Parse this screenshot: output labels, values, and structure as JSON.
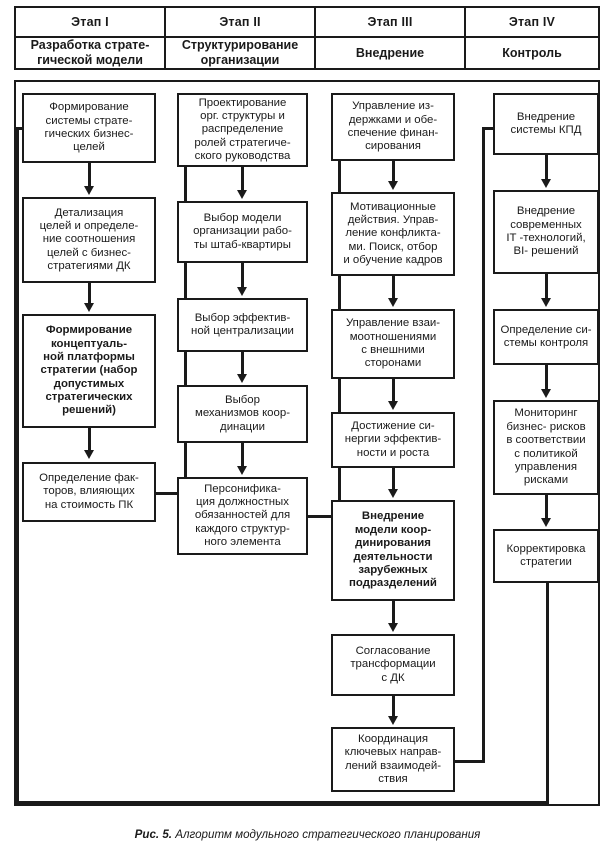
{
  "figure": {
    "caption_number": "Рис. 5.",
    "caption_text": "Алгоритм модульного стратегического планирования"
  },
  "header": {
    "stages": [
      {
        "number": "Этап I",
        "title": "Разработка страте-\nгической модели"
      },
      {
        "number": "Этап II",
        "title": "Структурирование\nорганизации"
      },
      {
        "number": "Этап III",
        "title": "Внедрение"
      },
      {
        "number": "Этап IV",
        "title": "Контроль"
      }
    ]
  },
  "columns": [
    {
      "stage": "Этап I",
      "boxes": [
        {
          "text": "Формирование\nсистемы страте-\nгических бизнес-\nцелей",
          "bold": false
        },
        {
          "text": "Детализация\nцелей и определе-\nние соотношения\nцелей с бизнес-\nстратегиями ДК",
          "bold": false
        },
        {
          "text": "Формирование\nконцептуаль-\nной платформы\nстратегии (набор\nдопустимых\nстратегических\nрешений)",
          "bold": true
        },
        {
          "text": "Определение фак-\nторов, влияющих\nна стоимость  ПК",
          "bold": false
        }
      ]
    },
    {
      "stage": "Этап II",
      "boxes": [
        {
          "text": "Проектирование\nорг. структуры и\nраспределение\nролей стратегиче-\nского руководства",
          "bold": false
        },
        {
          "text": "Выбор модели\nорганизации рабо-\nты штаб-квартиры",
          "bold": false
        },
        {
          "text": "Выбор эффектив-\nной централизации",
          "bold": false
        },
        {
          "text": "Выбор\nмеханизмов коор-\nдинации",
          "bold": false
        },
        {
          "text": "Персонифика-\nция должностных\nобязанностей для\nкаждого структур-\nного элемента",
          "bold": false
        }
      ]
    },
    {
      "stage": "Этап III",
      "boxes": [
        {
          "text": "Управление из-\nдержками и обе-\nспечение финан-\nсирования",
          "bold": false
        },
        {
          "text": "Мотивационные\nдействия. Управ-\nление конфликта-\nми. Поиск, отбор\nи обучение кадров",
          "bold": false
        },
        {
          "text": "Управление взаи-\nмоотношениями\nс внешними\nсторонами",
          "bold": false
        },
        {
          "text": "Достижение си-\nнергии эффектив-\nности и роста",
          "bold": false
        },
        {
          "text": "Внедрение\nмодели коор-\nдинирования\nдеятельности\nзарубежных\nподразделений",
          "bold": true
        },
        {
          "text": "Согласование\nтрансформации\nс ДК",
          "bold": false
        },
        {
          "text": "Координация\nключевых направ-\nлений взаимодей-\nствия",
          "bold": false
        }
      ]
    },
    {
      "stage": "Этап IV",
      "boxes": [
        {
          "text": "Внедрение\nсистемы КПД",
          "bold": false
        },
        {
          "text": "Внедрение\nсовременных\nIT -технологий,\nBI- решений",
          "bold": false
        },
        {
          "text": "Определение си-\nстемы контроля",
          "bold": false
        },
        {
          "text": "Мониторинг\nбизнес- рисков\nв соответствии\nс политикой\nуправления\nрисками",
          "bold": false
        },
        {
          "text": "Корректировка\nстратегии",
          "bold": false
        }
      ]
    }
  ],
  "colors": {
    "line": "#1a1a1a",
    "background": "#ffffff"
  }
}
